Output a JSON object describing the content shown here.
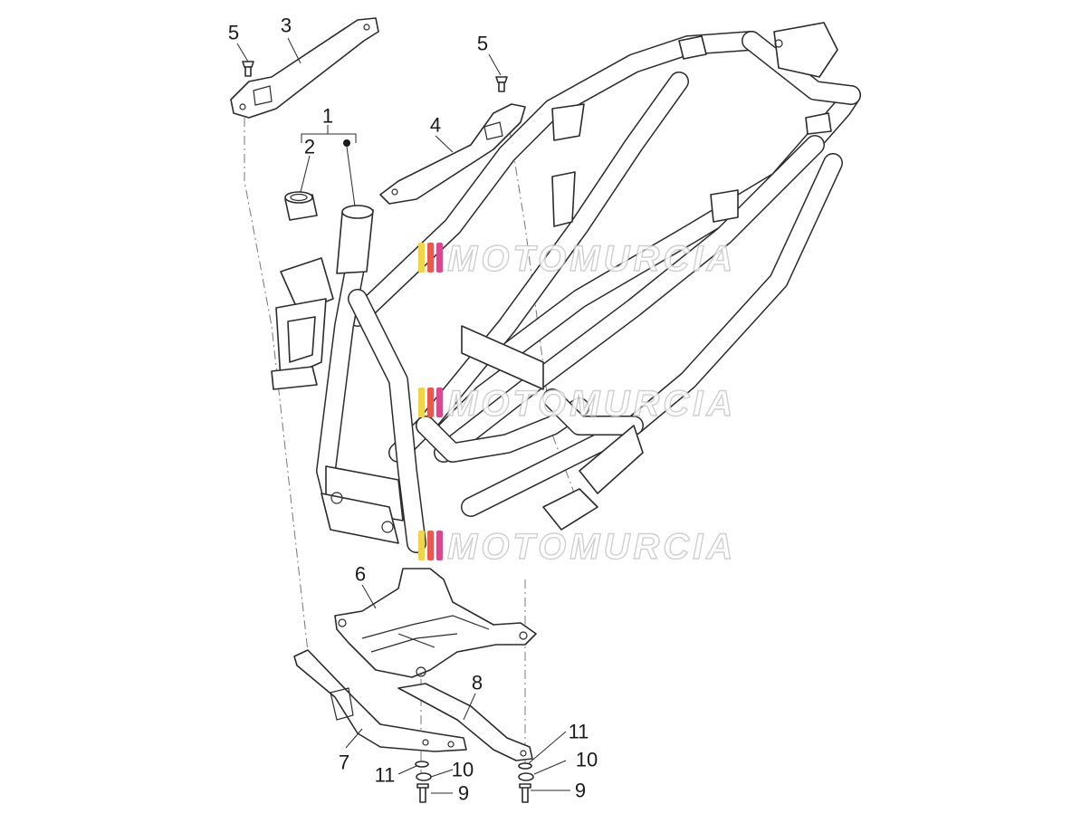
{
  "callouts": [
    {
      "id": "c1",
      "text": "1"
    },
    {
      "id": "c2",
      "text": "2"
    },
    {
      "id": "c3",
      "text": "3"
    },
    {
      "id": "c4",
      "text": "4"
    },
    {
      "id": "c5a",
      "text": "5"
    },
    {
      "id": "c5b",
      "text": "5"
    },
    {
      "id": "c6",
      "text": "6"
    },
    {
      "id": "c7",
      "text": "7"
    },
    {
      "id": "c8",
      "text": "8"
    },
    {
      "id": "c9a",
      "text": "9"
    },
    {
      "id": "c9b",
      "text": "9"
    },
    {
      "id": "c10a",
      "text": "10"
    },
    {
      "id": "c10b",
      "text": "10"
    },
    {
      "id": "c11a",
      "text": "11"
    },
    {
      "id": "c11b",
      "text": "11"
    }
  ],
  "watermark": {
    "text": "MOTOMURCIA",
    "stripe_colors": [
      "#f2d44a",
      "#e85a4f",
      "#d94a8c"
    ]
  },
  "colors": {
    "line": "#2b2b2b",
    "background": "#ffffff"
  }
}
